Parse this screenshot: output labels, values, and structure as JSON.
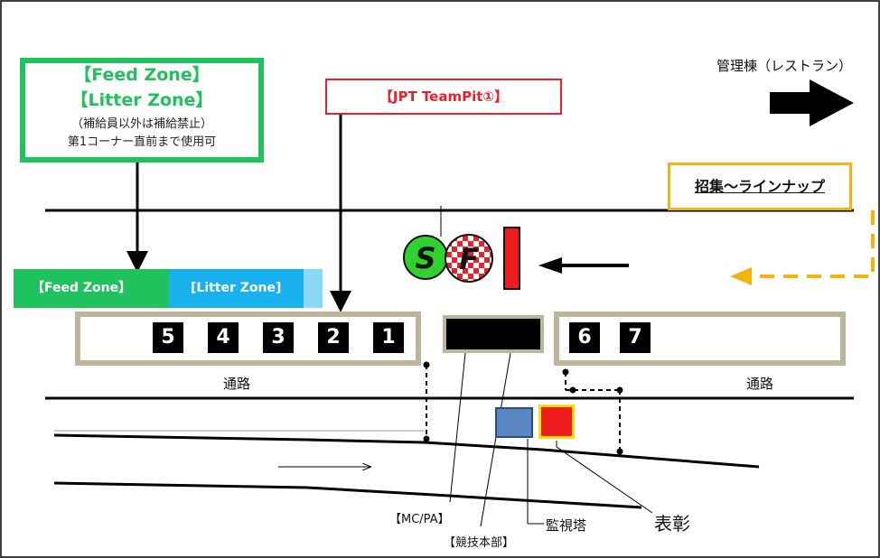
{
  "feed_info": {
    "title1": "【Feed Zone】",
    "title2": "【Litter  Zone】",
    "note1": "（補給員以外は補給禁止）",
    "note2": "第1コーナー直前まで使用可"
  },
  "team_pit": {
    "label": "【JPT TeamPit①】"
  },
  "office": {
    "label": "管理棟（レストラン）"
  },
  "call_up": {
    "label": "招集～ラインナップ"
  },
  "zones": {
    "feed_label": "【Feed Zone】",
    "litter_label": "[Litter Zone]"
  },
  "pits_left": [
    "5",
    "4",
    "3",
    "2",
    "1"
  ],
  "pits_right": [
    "6",
    "7"
  ],
  "badges": {
    "start": "S",
    "finish": "F"
  },
  "labels": {
    "passage_left": "通路",
    "passage_right": "通路",
    "mc_pa": "【MC/PA】",
    "hq": "【競技本部】",
    "tower": "監視塔",
    "award": "表彰"
  },
  "colors": {
    "feed_green": "#1fc25c",
    "litter_blue": "#1ab2ee",
    "pit_red": "#e8222a",
    "callup_orange": "#f5b311",
    "pit_border": "#bcb597"
  }
}
